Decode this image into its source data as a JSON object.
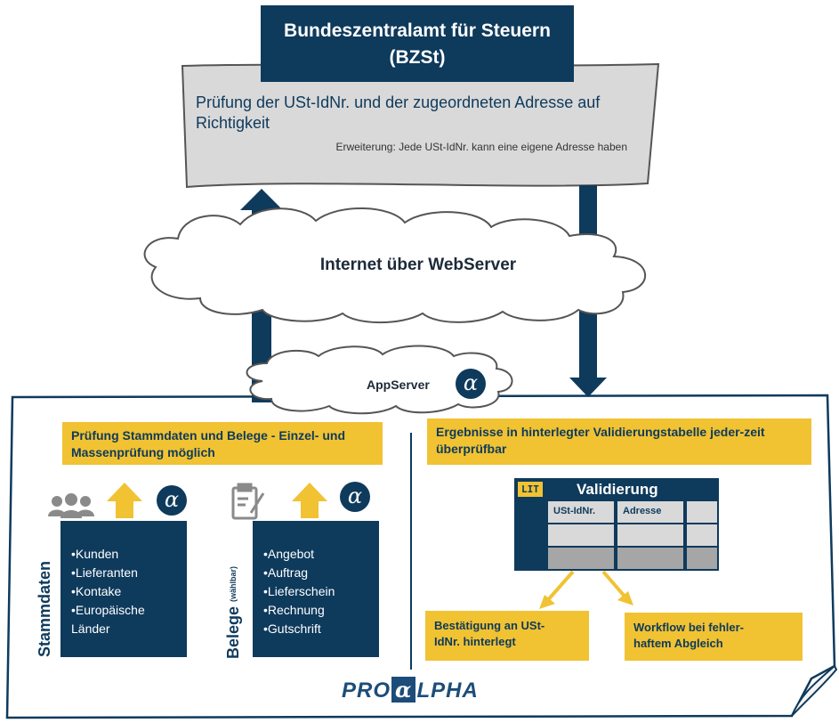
{
  "header": {
    "line1": "Bundeszentralamt für Steuern",
    "line2": "(BZSt)"
  },
  "bzst_panel": {
    "title": "Prüfung der USt-IdNr. und der zugeordneten Adresse auf Richtigkeit",
    "extension": "Erweiterung: Jede USt-IdNr. kann eine eigene Adresse haben"
  },
  "internet_cloud": {
    "label": "Internet über WebServer"
  },
  "app_cloud": {
    "label": "AppServer"
  },
  "left_section": {
    "title": "Prüfung Stammdaten und Belege - Einzel- und Massenprüfung möglich",
    "stammdaten": {
      "label": "Stammdaten",
      "items": [
        "Kunden",
        "Lieferanten",
        "Kontake",
        "Europäische Länder"
      ]
    },
    "belege": {
      "label": "Belege",
      "sublabel": "(wählbar)",
      "items": [
        "Angebot",
        "Auftrag",
        "Lieferschein",
        "Rechnung",
        "Gutschrift"
      ]
    }
  },
  "right_section": {
    "title": "Ergebnisse in hinterlegter Validierungstabelle jeder-zeit überprüfbar",
    "table": {
      "badge": "LIT",
      "title": "Validierung",
      "columns": [
        "USt-IdNr.",
        "Adresse"
      ]
    },
    "confirm": "Bestätigung an USt-IdNr. hinterlegt",
    "workflow": "Workflow bei fehler-haftem Abgleich"
  },
  "logo": {
    "pre": "PRO",
    "alpha": "α",
    "post": "LPHA"
  },
  "alpha_symbol": "α",
  "colors": {
    "navy": "#0e3a5c",
    "yellow": "#f1c232",
    "panel_gray": "#d9d9d9"
  }
}
